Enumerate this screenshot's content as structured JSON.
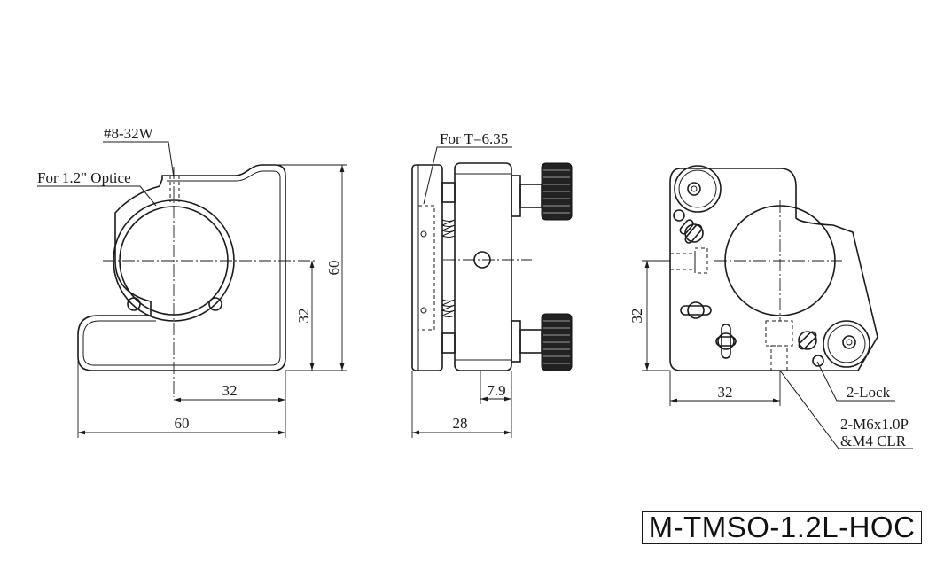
{
  "labels": {
    "thread": "#8-32W",
    "optic": "For 1.2\" Optice",
    "thickness": "For T=6.35",
    "lock": "2-Lock",
    "mount_line1": "2-M6x1.0P",
    "mount_line2": "&M4 CLR"
  },
  "dimensions": {
    "front_height": "60",
    "front_center_height": "32",
    "front_center_width": "32",
    "front_width": "60",
    "side_depth": "28",
    "side_offset": "7.9",
    "rear_center_height": "32",
    "rear_center_width": "32"
  },
  "model": "M-TMSO-1.2L-HOC"
}
